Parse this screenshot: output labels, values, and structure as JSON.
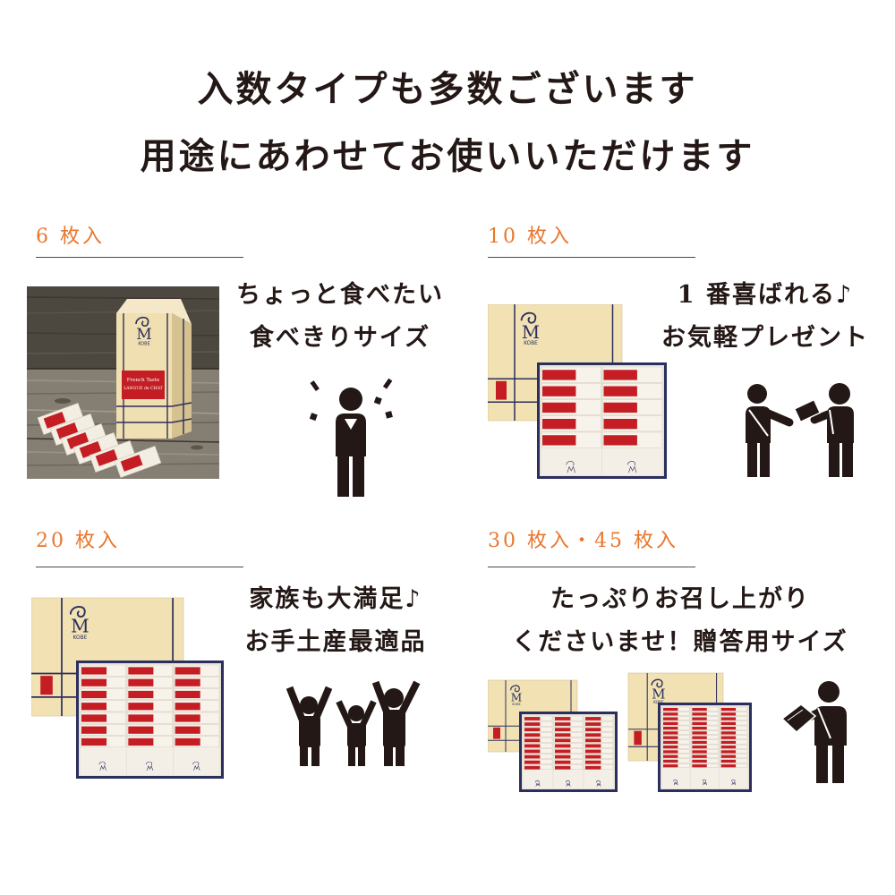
{
  "header": {
    "line1": "入数タイプも多数ございます",
    "line2": "用途にあわせてお使いいただけます"
  },
  "colors": {
    "accent": "#e8772e",
    "text": "#231815",
    "navy": "#2b2f5e",
    "red": "#c41e24",
    "cream": "#f1e1b3"
  },
  "sections": [
    {
      "label": "6 枚入",
      "caption": [
        "ちょっと食べたい",
        "食べきりサイズ"
      ],
      "pictogram": "person-surprised-icon"
    },
    {
      "label": "10 枚入",
      "caption": [
        "1 番喜ばれる♪",
        "お気軽プレゼント"
      ],
      "pictogram": "gift-giving-icon"
    },
    {
      "label": "20 枚入",
      "caption": [
        "家族も大満足♪",
        "お手土産最適品"
      ],
      "pictogram": "family-cheering-icon"
    },
    {
      "label": "30 枚入・45 枚入",
      "caption": [
        "たっぷりお召し上がり",
        "くださいませ！贈答用サイズ"
      ],
      "pictogram": "person-carrying-box-icon"
    }
  ],
  "product": {
    "brand_initial": "M",
    "brand_city": "KOBE",
    "label_line1": "French Taste",
    "label_line2": "LANGUE de CHAT"
  }
}
